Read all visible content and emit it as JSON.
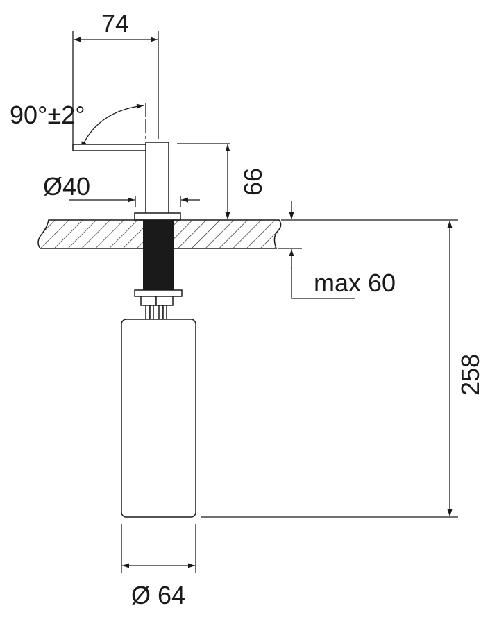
{
  "diagram": {
    "dimensions": {
      "spout_length": "74",
      "rotation_angle": "90°±2°",
      "flange_diameter": "Ø40",
      "head_height": "66",
      "max_counter_thickness": "max 60",
      "total_depth": "258",
      "bottle_diameter": "Ø 64"
    },
    "colors": {
      "line": "#1a1a1a",
      "background": "#ffffff"
    }
  }
}
